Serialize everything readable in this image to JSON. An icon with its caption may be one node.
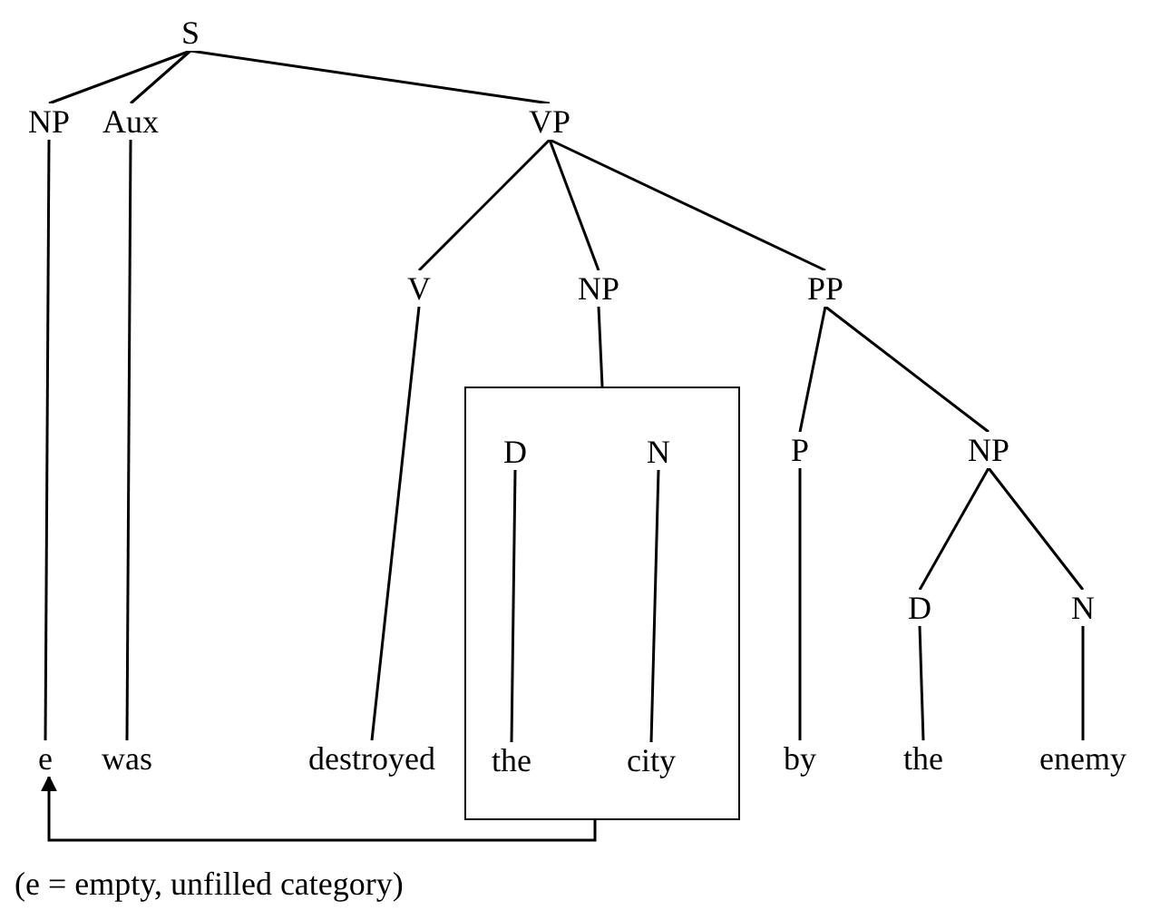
{
  "diagram": {
    "caption": "(e = empty, unfilled category)",
    "nodes": [
      {
        "text": [
          "S"
        ]
      },
      {
        "text": [
          "NP"
        ]
      },
      {
        "text": [
          "Aux"
        ]
      },
      {
        "text": [
          "VP"
        ]
      },
      {
        "text": [
          "V"
        ]
      },
      {
        "text": [
          "NP"
        ]
      },
      {
        "text": [
          "PP"
        ]
      },
      {
        "text": [],
        "shape": "box"
      },
      {
        "text": [
          "D"
        ],
        "in": 7
      },
      {
        "text": [
          "N"
        ],
        "in": 7
      },
      {
        "text": [
          "P"
        ]
      },
      {
        "text": [
          "NP"
        ]
      },
      {
        "text": [
          "D"
        ]
      },
      {
        "text": [
          "N"
        ]
      },
      {
        "text": [
          "e"
        ]
      },
      {
        "text": [
          "was"
        ]
      },
      {
        "text": [
          "destroyed"
        ]
      },
      {
        "text": [
          "the"
        ],
        "in": 7
      },
      {
        "text": [
          "city"
        ],
        "in": 7
      },
      {
        "text": [
          "by"
        ]
      },
      {
        "text": [
          "the"
        ]
      },
      {
        "text": [
          "enemy"
        ]
      }
    ],
    "edges": [
      {
        "from": 0,
        "to": 1,
        "arrow": "none"
      },
      {
        "from": 0,
        "to": 2,
        "arrow": "none"
      },
      {
        "from": 0,
        "to": 3,
        "arrow": "none"
      },
      {
        "from": 1,
        "to": 14,
        "arrow": "none"
      },
      {
        "from": 2,
        "to": 15,
        "arrow": "none"
      },
      {
        "from": 3,
        "to": 4,
        "arrow": "none"
      },
      {
        "from": 3,
        "to": 5,
        "arrow": "none"
      },
      {
        "from": 3,
        "to": 6,
        "arrow": "none"
      },
      {
        "from": 4,
        "to": 16,
        "arrow": "none"
      },
      {
        "from": 5,
        "to": 7,
        "arrow": "none"
      },
      {
        "from": 8,
        "to": 17,
        "arrow": "none"
      },
      {
        "from": 9,
        "to": 18,
        "arrow": "none"
      },
      {
        "from": 6,
        "to": 10,
        "arrow": "none"
      },
      {
        "from": 6,
        "to": 11,
        "arrow": "none"
      },
      {
        "from": 10,
        "to": 19,
        "arrow": "none"
      },
      {
        "from": 11,
        "to": 12,
        "arrow": "none"
      },
      {
        "from": 11,
        "to": 13,
        "arrow": "none"
      },
      {
        "from": 12,
        "to": 20,
        "arrow": "none"
      },
      {
        "from": 13,
        "to": 21,
        "arrow": "none"
      },
      {
        "from": 7,
        "to": 14,
        "arrow": "to"
      }
    ]
  }
}
